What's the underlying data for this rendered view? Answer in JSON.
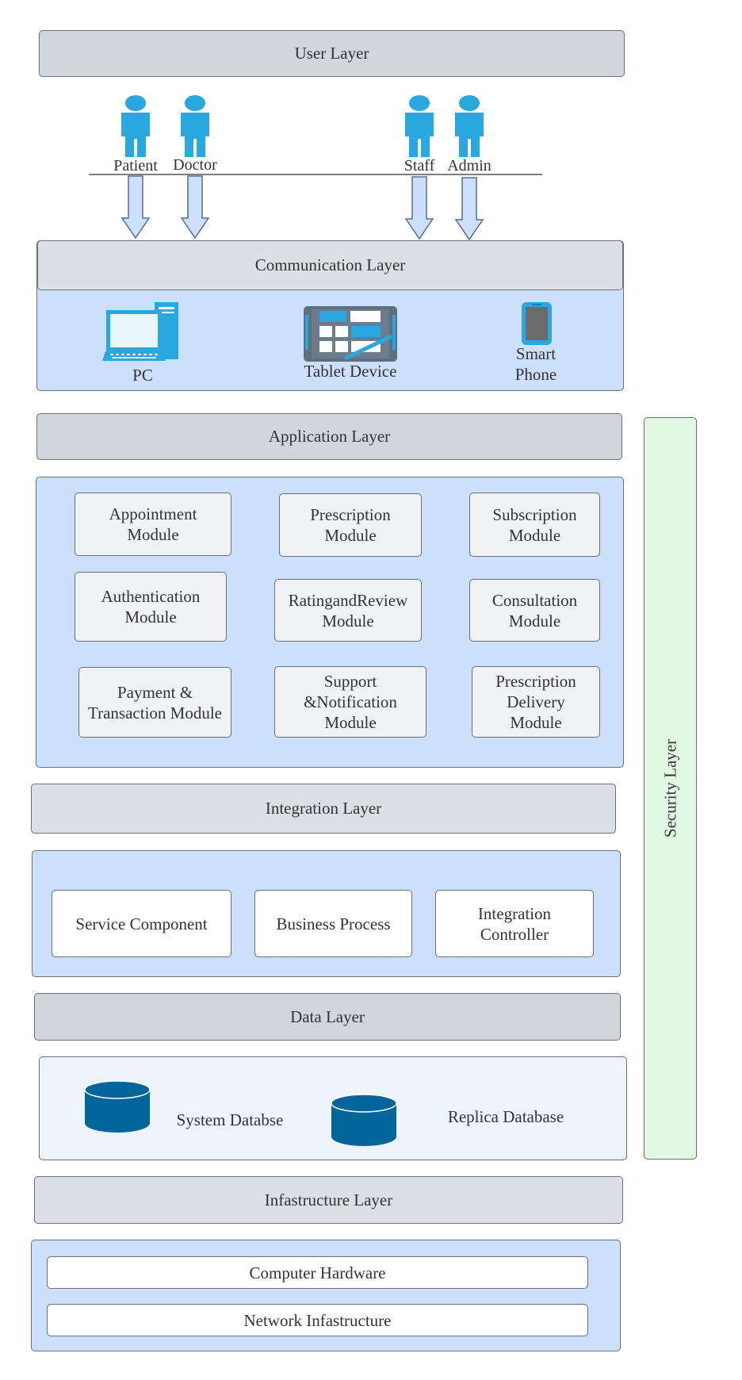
{
  "user_layer": {
    "title": "User Layer",
    "users": [
      {
        "label": "Patient"
      },
      {
        "label": "Doctor"
      },
      {
        "label": "Staff"
      },
      {
        "label": "Admin"
      }
    ]
  },
  "communication_layer": {
    "title": "Communication Layer",
    "devices": [
      {
        "label": "PC",
        "icon": "desktop-pc-icon"
      },
      {
        "label": "Tablet Device",
        "icon": "tablet-icon"
      },
      {
        "label_line1": "Smart",
        "label_line2": "Phone",
        "icon": "smartphone-icon"
      }
    ]
  },
  "application_layer": {
    "title": "Application Layer",
    "modules": [
      {
        "line1": "Appointment",
        "line2": "Module"
      },
      {
        "line1": "Prescription",
        "line2": "Module"
      },
      {
        "line1": "Subscription",
        "line2": "Module"
      },
      {
        "line1": "Authentication",
        "line2": "Module"
      },
      {
        "line1": "RatingandReview",
        "line2": "Module"
      },
      {
        "line1": "Consultation",
        "line2": "Module"
      },
      {
        "line1": "Payment &",
        "line2": "Transaction Module"
      },
      {
        "line1": "Support",
        "line2": "&Notification",
        "line3": "Module"
      },
      {
        "line1": "Prescription",
        "line2": "Delivery",
        "line3": "Module"
      }
    ]
  },
  "integration_layer": {
    "title": "Integration Layer",
    "components": [
      {
        "line1": "Service Component"
      },
      {
        "line1": "Business Process"
      },
      {
        "line1": "Integration",
        "line2": "Controller"
      }
    ]
  },
  "data_layer": {
    "title": "Data Layer",
    "databases": [
      {
        "label": "System Databse"
      },
      {
        "label": "Replica Database"
      }
    ]
  },
  "infrastructure_layer": {
    "title": "Infastructure Layer",
    "items": [
      {
        "label": "Computer Hardware"
      },
      {
        "label": "Network Infastructure"
      }
    ]
  },
  "security_layer": {
    "title": "Security Layer"
  },
  "colors": {
    "user_icon": "#29a8e0",
    "arrow_fill": "#cce0fc",
    "database": "#006699",
    "panel": "#cce0fc",
    "security": "#e1f9e3"
  }
}
